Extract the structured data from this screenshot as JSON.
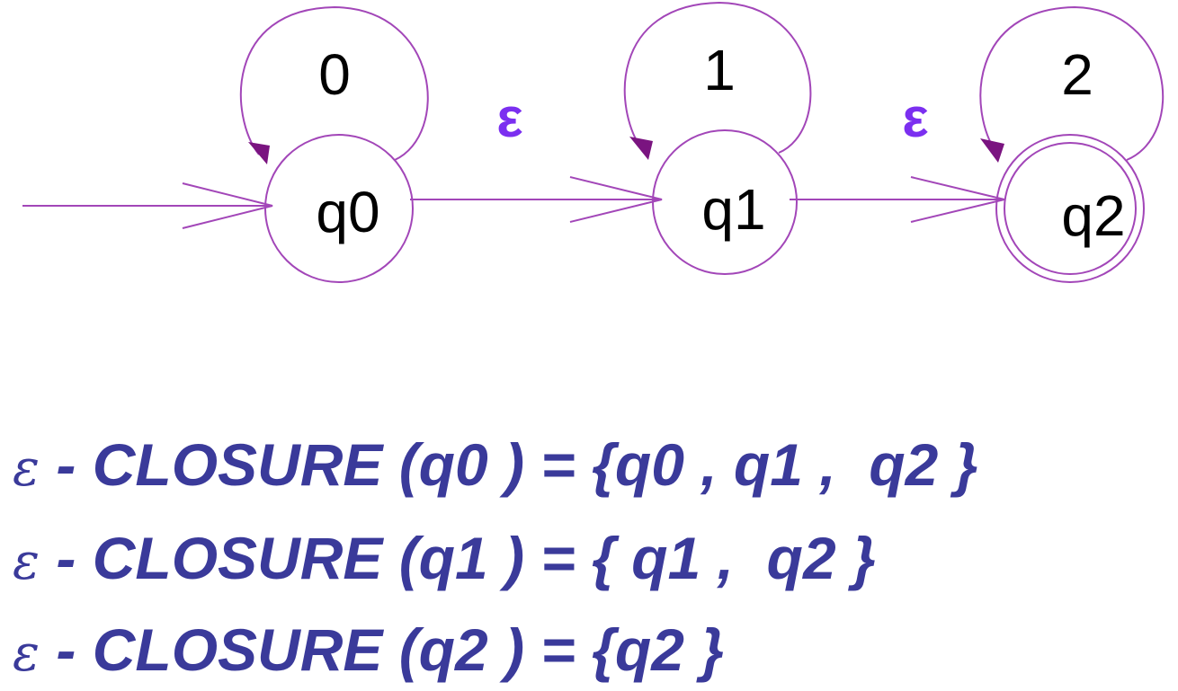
{
  "diagram": {
    "states": [
      {
        "id": "q0",
        "label": "q0",
        "start": true,
        "accepting": false
      },
      {
        "id": "q1",
        "label": "q1",
        "start": false,
        "accepting": false
      },
      {
        "id": "q2",
        "label": "q2",
        "start": false,
        "accepting": true
      }
    ],
    "self_loops": [
      {
        "state": "q0",
        "label": "0"
      },
      {
        "state": "q1",
        "label": "1"
      },
      {
        "state": "q2",
        "label": "2"
      }
    ],
    "transitions": [
      {
        "from": "q0",
        "to": "q1",
        "label": "ε"
      },
      {
        "from": "q1",
        "to": "q2",
        "label": "ε"
      }
    ],
    "colors": {
      "line": "#a246b8",
      "arrowhead": "#7a1480",
      "epsilon": "#7b2ff0",
      "closure_text": "#3a3a9a",
      "state_text": "#000000"
    }
  },
  "closures": [
    {
      "eps": "ε",
      "text": " - CLOSURE (q0 ) = {q0 , q1 ,  q2 }"
    },
    {
      "eps": "ε",
      "text": " - CLOSURE (q1 ) = { q1 ,  q2 }"
    },
    {
      "eps": "ε",
      "text": " - CLOSURE (q2 ) = {q2 }"
    }
  ]
}
